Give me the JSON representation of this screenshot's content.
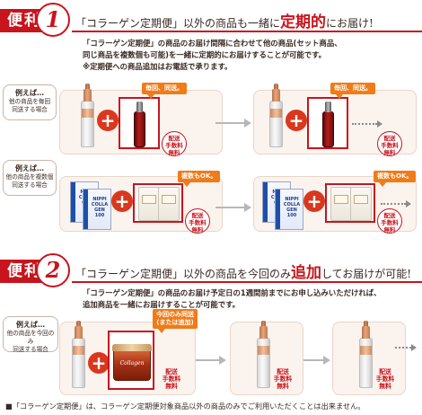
{
  "benefit1": {
    "label": "便利",
    "number": "1",
    "headline_quote": "「コラーゲン定期便」",
    "headline_mid": "以外の商品も一緒に",
    "headline_big": "定期的",
    "headline_end": "にお届け!",
    "desc_line1": "「コラーゲン定期便」の商品のお届け間隔に合わせて他の商品(セット商品、",
    "desc_line2": "同じ商品を複数個も可能)を一緒に定期的にお届けすることが可能です。",
    "desc_line3": "※定期便への商品追加はお電話で承ります。",
    "row1": {
      "example_lead": "例えば…",
      "example_line1": "他の商品を毎回",
      "example_line2": "同送する場合",
      "bubble": "毎回、同送。",
      "fee": "配送\n手数料\n無料"
    },
    "row2": {
      "example_lead": "例えば…",
      "example_line1": "他の商品を複数個",
      "example_line2": "同送する場合",
      "bubble": "複数もOK。",
      "fee": "配送\n手数料\n無料"
    }
  },
  "benefit2": {
    "label": "便利",
    "number": "2",
    "headline_quote": "「コラーゲン定期便」",
    "headline_mid": "以外の商品を今回のみ",
    "headline_big": "追加",
    "headline_end": "してお届けが可能!",
    "desc_line1": "「コラーゲン定期便」の商品のお届け予定日の1週間前までにお申し込みいただければ、",
    "desc_line2": "追加商品を一緒にお届けすることが可能です。",
    "row": {
      "example_lead": "例えば…",
      "example_line1": "他の商品を今回のみ",
      "example_line2": "同送する場合",
      "bubble_line1": "今回のみ同送",
      "bubble_line2": "(または追加)",
      "fee": "配送\n手数料\n無料"
    }
  },
  "box_text": "NIPPI\nCOLLA\nGEN\n100",
  "jar_text": "Collagen",
  "footnote": "■「コラーゲン定期便」は、コラーゲン定期便対象商品以外の商品のみでご利用いただくことは出来ません。",
  "colors": {
    "accent_red": "#c8141c",
    "bubble_orange": "#f07b19",
    "panel_bg": "#fbf3ee"
  }
}
